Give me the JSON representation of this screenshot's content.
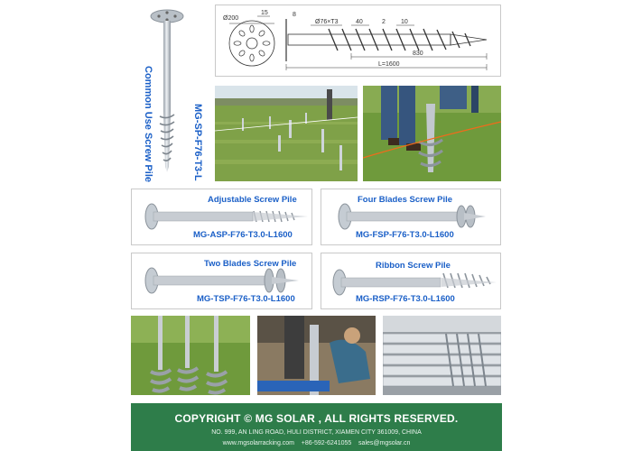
{
  "main_pile": {
    "label_common": "Common Use Screw Pile",
    "label_model": "MG-SP-F76-T3-L"
  },
  "drawing": {
    "dim_flange_diameter": "Ø200",
    "dim_15": "15",
    "dim_8": "8",
    "dim_pipe": "Ø76×T3",
    "dim_40": "40",
    "dim_2": "2",
    "dim_10": "10",
    "dim_830": "830",
    "dim_length": "L=1600"
  },
  "products": [
    {
      "title": "Adjustable Screw Pile",
      "model": "MG-ASP-F76-T3.0-L1600"
    },
    {
      "title": "Four Blades Screw Pile",
      "model": "MG-FSP-F76-T3.0-L1600"
    },
    {
      "title": "Two Blades Screw Pile",
      "model": "MG-TSP-F76-T3.0-L1600"
    },
    {
      "title": "Ribbon Screw Pile",
      "model": "MG-RSP-F76-T3.0-L1600"
    }
  ],
  "footer": {
    "copyright": "COPYRIGHT © MG SOLAR , ALL RIGHTS RESERVED.",
    "address": "NO. 999, AN LING ROAD, HULI DISTRICT, XIAMEN CITY 361009, CHINA",
    "website": "www.mgsolarracking.com",
    "phone": "+86-592-6241055",
    "email": "sales@mgsolar.cn"
  },
  "colors": {
    "accent_blue": "#1a5fc7",
    "footer_green": "#2e7d4a",
    "steel": "#c7ccd2",
    "grass": "#6f9a3c"
  }
}
